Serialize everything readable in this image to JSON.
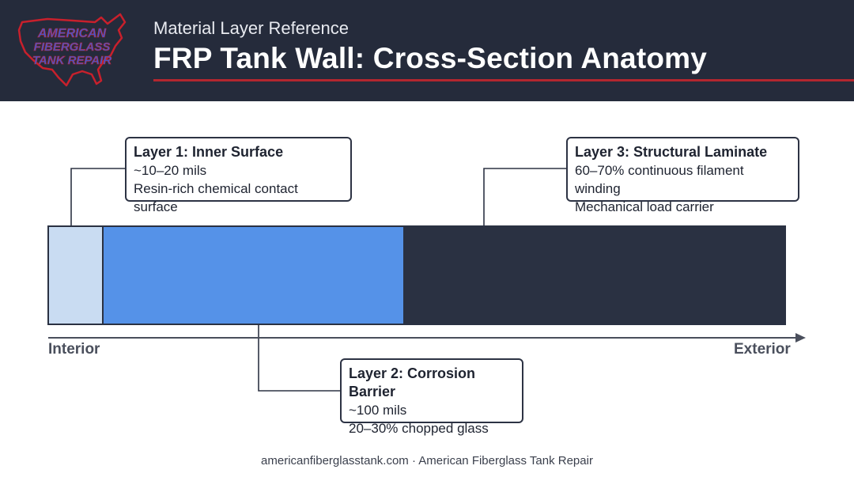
{
  "logo": {
    "line1": "AMERICAN",
    "line2": "FIBERGLASS",
    "line3": "TANK REPAIR",
    "colors": {
      "outline": "#c8202c",
      "text": "#3a5bd6"
    }
  },
  "header": {
    "subtitle": "Material Layer Reference",
    "title": "FRP Tank Wall: Cross-Section Anatomy",
    "accent_color": "#b3262f",
    "background": "#252b3b"
  },
  "layers": [
    {
      "title": "Layer 1: Inner Surface",
      "line1": "~10–20 mils",
      "line2": "Resin-rich chemical contact surface",
      "color": "#c9dcf2"
    },
    {
      "title": "Layer 2: Corrosion Barrier",
      "line1": "~100 mils",
      "line2": "20–30% chopped glass",
      "color": "#5592e8"
    },
    {
      "title": "Layer 3: Structural Laminate",
      "line1": "60–70% continuous filament winding",
      "line2": "Mechanical load carrier",
      "color": "#2a3142"
    }
  ],
  "axis": {
    "left_label": "Interior",
    "right_label": "Exterior"
  },
  "footer": {
    "text": "americanfiberglasstank.com · American Fiberglass Tank Repair"
  }
}
